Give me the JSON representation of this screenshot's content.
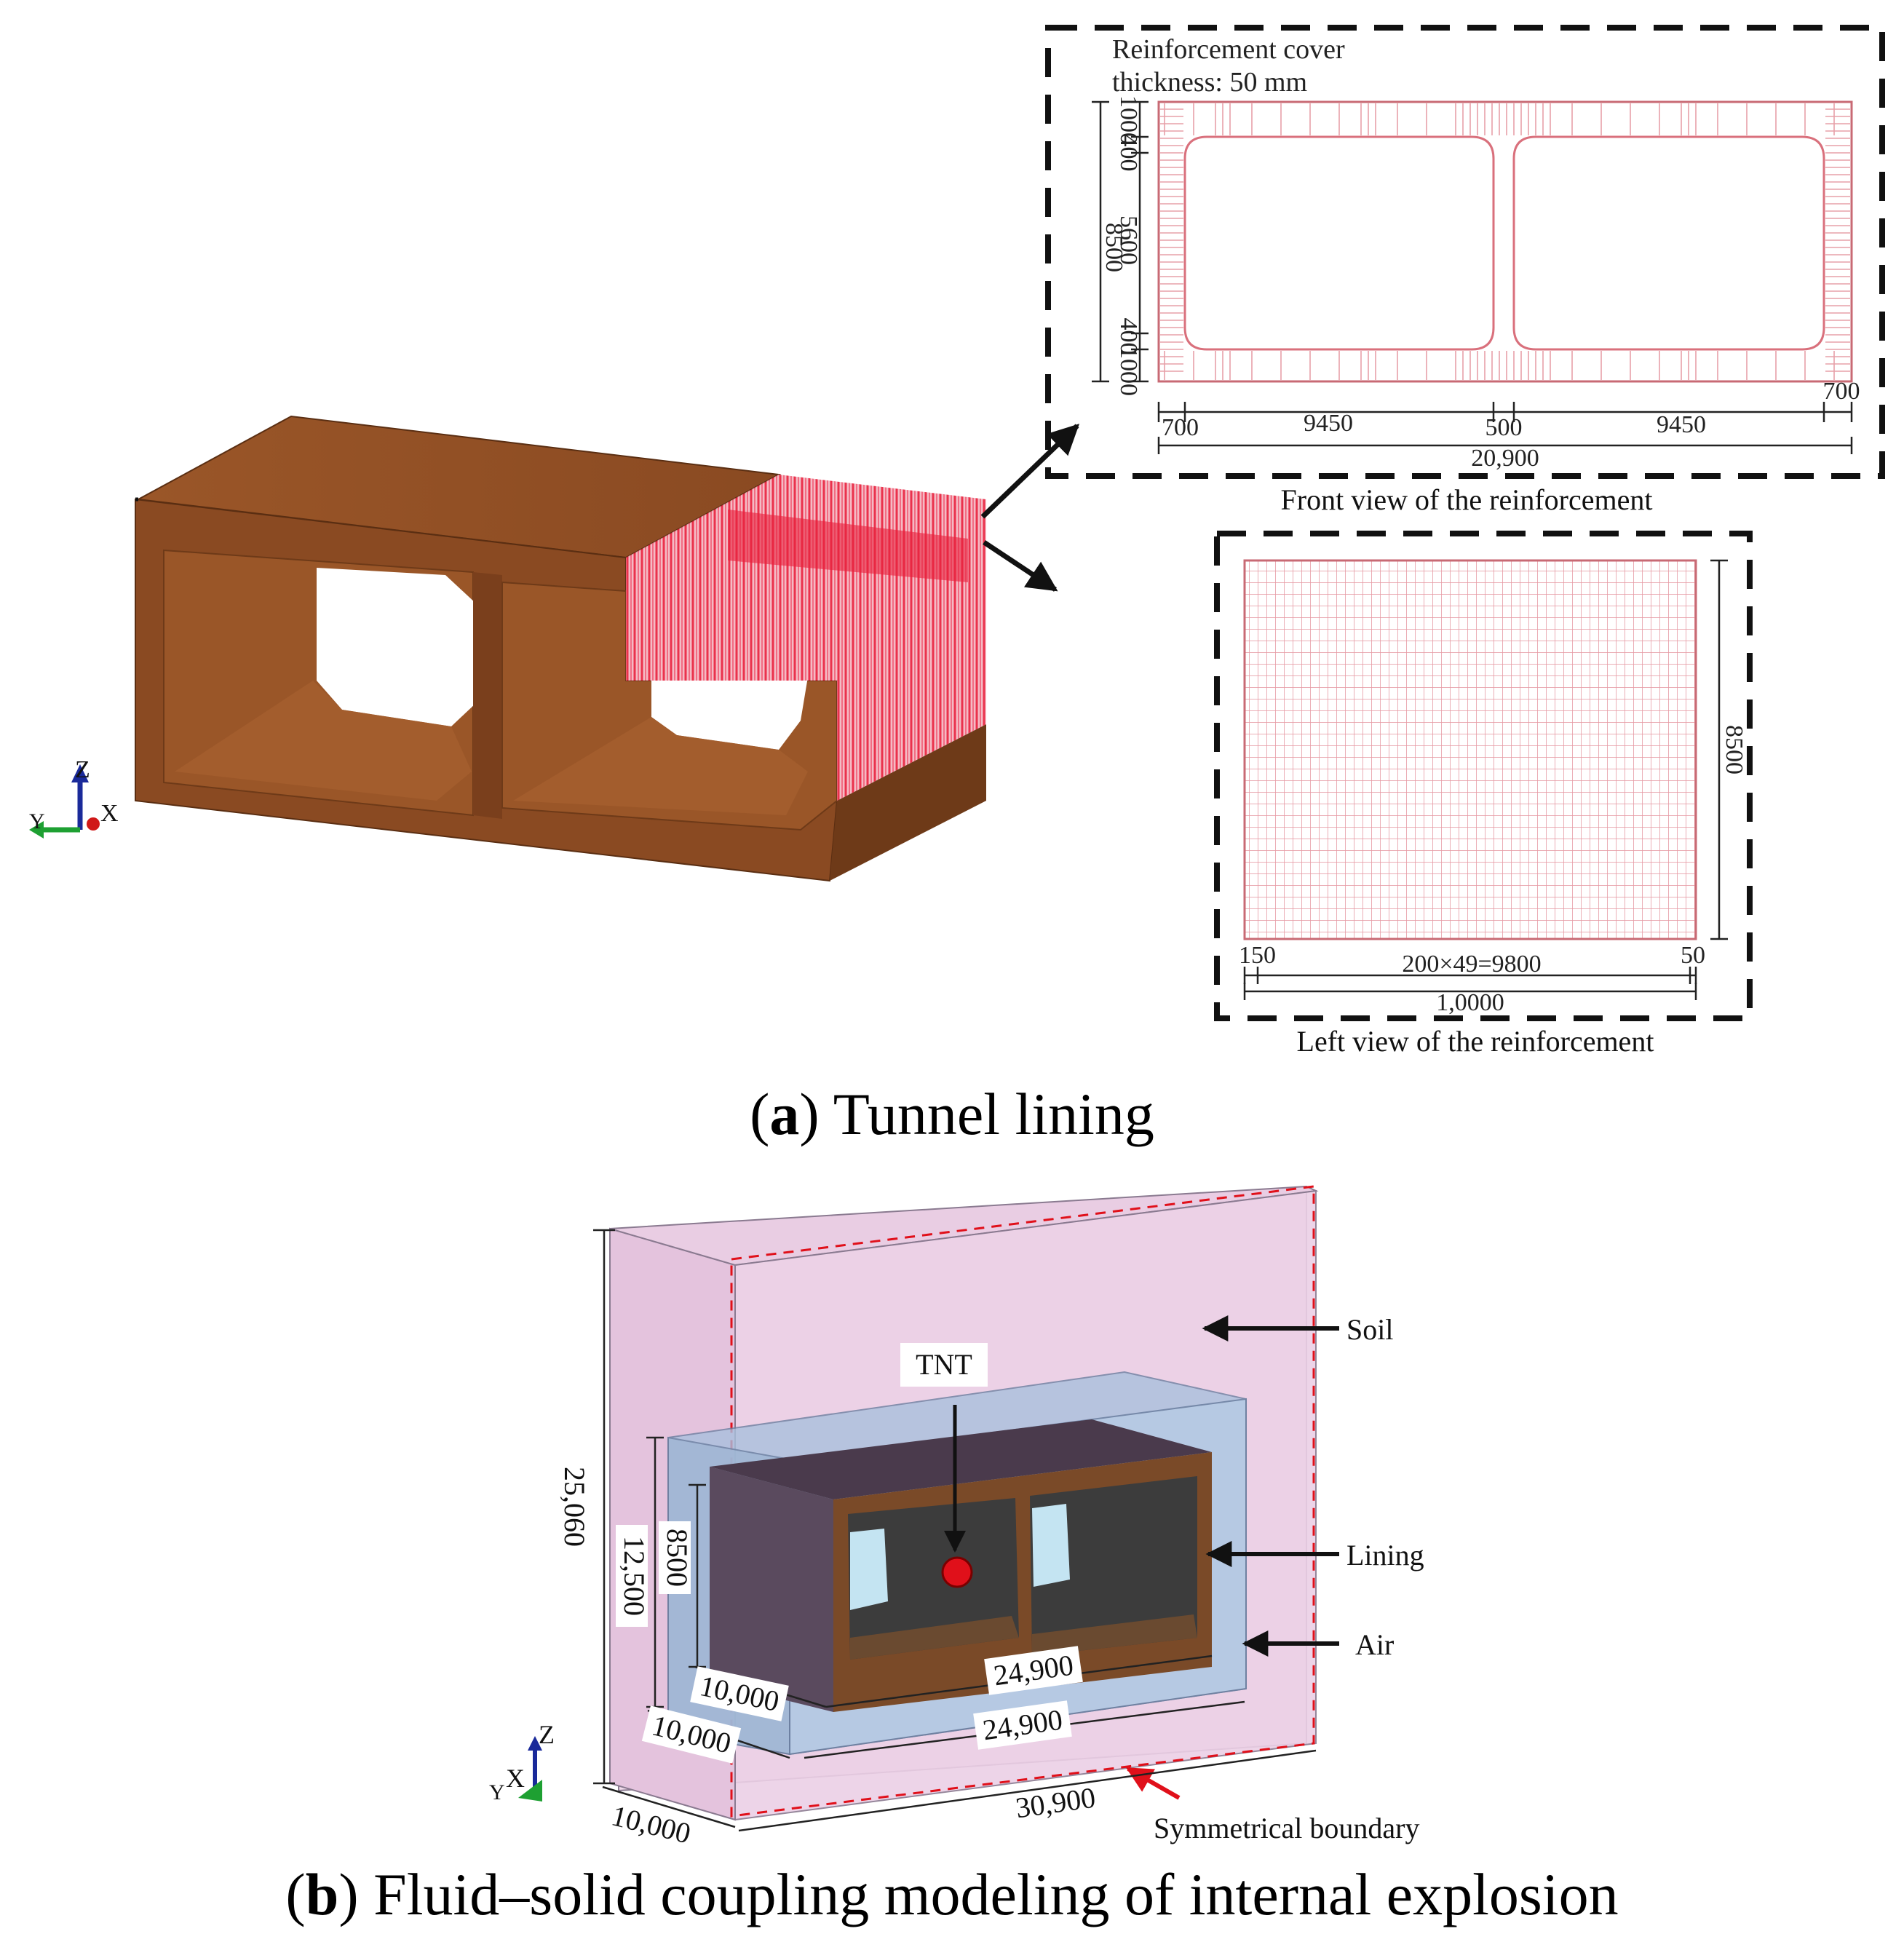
{
  "figure_a": {
    "caption_letter": "a",
    "caption_text": "Tunnel lining",
    "front_view": {
      "cover_line1": "Reinforcement cover",
      "cover_line2": "thickness: 50 mm",
      "caption": "Front view of the reinforcement",
      "dim_1000_top": "1000",
      "dim_400_top": "400",
      "dim_5600": "5600",
      "dim_400_bottom": "400",
      "dim_1000_bottom": "1000",
      "dim_8500": "8500",
      "dim_700_left": "700",
      "dim_9450_left": "9450",
      "dim_500": "500",
      "dim_9450_right": "9450",
      "dim_700_right": "700",
      "dim_20900": "20,900"
    },
    "left_view": {
      "caption": "Left view of the reinforcement",
      "dim_150": "150",
      "dim_spacing": "200×49=9800",
      "dim_50": "50",
      "dim_total": "1,0000",
      "dim_8500": "8500"
    },
    "axes": {
      "z": "Z",
      "y": "Y",
      "x": "X"
    }
  },
  "figure_b": {
    "caption_letter": "b",
    "caption_text": "Fluid–solid coupling modeling of internal explosion",
    "labels": {
      "soil": "Soil",
      "lining": "Lining",
      "air": "Air",
      "tnt": "TNT",
      "symmetrical_boundary": "Symmetrical boundary"
    },
    "dimensions": {
      "height_soil": "25,060",
      "height_air": "12,500",
      "height_lining": "8500",
      "depth_lining": "10,000",
      "width_lining": "24,900",
      "depth_air": "10,000",
      "width_air": "24,900",
      "depth_soil": "10,000",
      "width_soil": "30,900"
    },
    "axes": {
      "z": "Z",
      "y": "Y",
      "x": "X"
    }
  },
  "colors": {
    "concrete": "#8a4a22",
    "concrete_dark": "#6e3a18",
    "rebar": "#e8203c",
    "soil": "#e9cde3",
    "air": "#a9c0dd",
    "tnt": "#e0101a"
  }
}
